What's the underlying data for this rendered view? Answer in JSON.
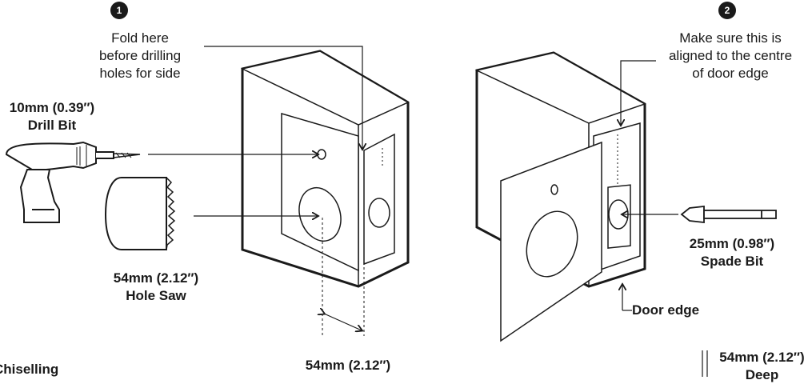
{
  "steps": {
    "step1": {
      "badge": "1",
      "fold_note": [
        "Fold here",
        "before drilling",
        "holes for side"
      ],
      "drill_bit": {
        "size": "10mm (0.39″)",
        "name": "Drill Bit"
      },
      "hole_saw": {
        "size": "54mm (2.12″)",
        "name": "Hole Saw"
      },
      "distance": "54mm (2.12″)"
    },
    "step2": {
      "badge": "2",
      "align_note": [
        "Make sure this is",
        "aligned to the centre",
        "of door edge"
      ],
      "spade_bit": {
        "size": "25mm (0.98″)",
        "name": "Spade Bit"
      },
      "door_edge": "Door edge",
      "depth": {
        "size": "54mm (2.12″)",
        "label": "Deep"
      }
    }
  },
  "footer": {
    "section_heading": "Chiselling"
  },
  "icons": [
    "drill-icon",
    "hole-saw-icon",
    "spade-bit-icon",
    "arrow-icon"
  ],
  "colors": {
    "ink": "#1a1a1a",
    "background": "#ffffff"
  }
}
